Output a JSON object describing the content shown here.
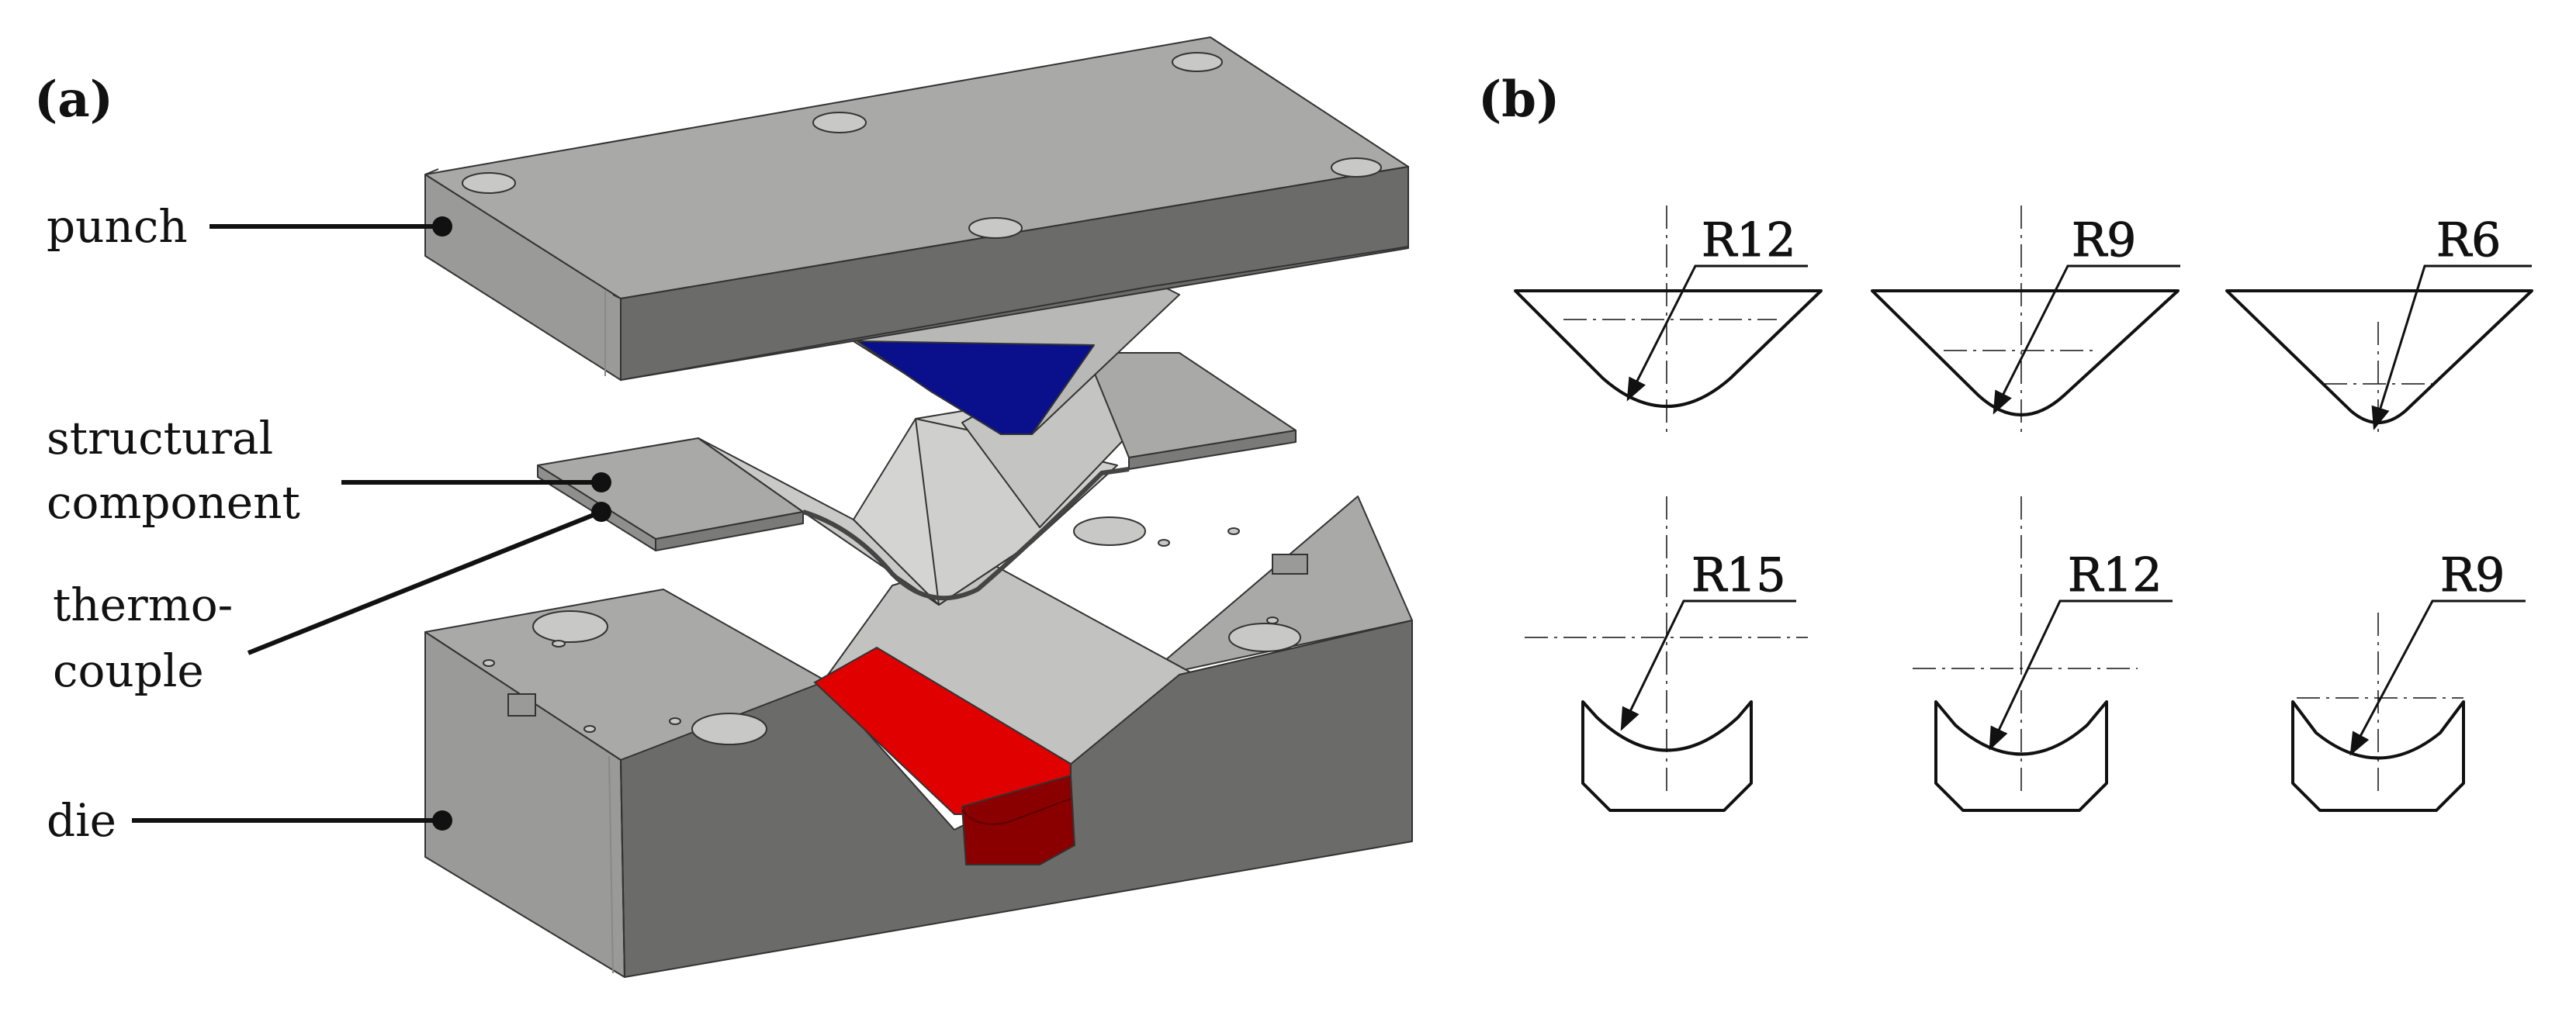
{
  "panels": {
    "a": {
      "label": "(a)",
      "callouts": {
        "punch": "punch",
        "structural_line1": "structural",
        "structural_line2": "component",
        "thermo_line1": "thermo-",
        "thermo_line2": "couple",
        "die": "die"
      }
    },
    "b": {
      "label": "(b)",
      "punch_profiles": [
        {
          "radius_label": "R12"
        },
        {
          "radius_label": "R9"
        },
        {
          "radius_label": "R6"
        }
      ],
      "die_profiles": [
        {
          "radius_label": "R15"
        },
        {
          "radius_label": "R12"
        },
        {
          "radius_label": "R9"
        }
      ]
    }
  },
  "colors": {
    "plate_top": "#a9aaa8",
    "plate_front": "#6b6c6a",
    "plate_side": "#8f908e",
    "sheet": "#c9cac8",
    "punch_insert": "#0a0f8c",
    "die_insert": "#e00000",
    "die_insert_dark": "#8a0000",
    "outline": "#111111"
  }
}
